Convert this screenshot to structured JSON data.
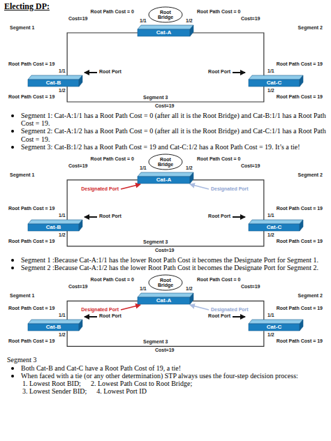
{
  "diagram": {
    "title": "Electing DP:",
    "nodes": [
      {
        "text": [
          "Root Bridge"
        ]
      },
      {
        "text": [
          "Cat-A"
        ]
      },
      {
        "text": [
          "Cat-B"
        ]
      },
      {
        "text": [
          "Cat-C"
        ]
      },
      {
        "text": [
          "Root Bridge"
        ]
      },
      {
        "text": [
          "Cat-A"
        ]
      },
      {
        "text": [
          "Cat-B"
        ]
      },
      {
        "text": [
          "Cat-C"
        ]
      },
      {
        "text": [
          "Root Bridge"
        ]
      },
      {
        "text": [
          "Cat-A"
        ]
      },
      {
        "text": [
          "Cat-B"
        ]
      },
      {
        "text": [
          "Cat-C"
        ]
      }
    ],
    "edges": [
      {
        "from": 1,
        "to": 2,
        "arrow": "none"
      },
      {
        "from": 1,
        "to": 3,
        "arrow": "none"
      },
      {
        "from": 2,
        "to": 3,
        "arrow": "none"
      },
      {
        "from": 5,
        "to": 6,
        "arrow": "none"
      },
      {
        "from": 5,
        "to": 7,
        "arrow": "none"
      },
      {
        "from": 6,
        "to": 7,
        "arrow": "none"
      },
      {
        "from": 9,
        "to": 10,
        "arrow": "none"
      },
      {
        "from": 9,
        "to": 11,
        "arrow": "none"
      },
      {
        "from": 10,
        "to": 11,
        "arrow": "none"
      }
    ],
    "labels": [
      "Root Path Cost = 0",
      "Cost=19",
      "1/1",
      "Root Path Cost = 0",
      "1/2",
      "Cost=19",
      "Segment 1",
      "Segment 2",
      "Root Path Cost = 19",
      "1/1",
      "Root Port",
      "Root Port",
      "1/1",
      "Root Path Cost = 19",
      "Segment 3",
      "1/2",
      "Root Path Cost = 19",
      "1/2",
      "Root Path Cost = 19",
      "Cost=19",
      "Segment 1: Cat-A:1/1 has a Root Path Cost = 0 (after all it is the Root Bridge) and Cat-B:1/1 has a Root Path Cost = 19.",
      "Segment 2: Cat-A:1/2 has a Root Path Cost = 0 (after all it is the Root Bridge) and Cat-C:1/1 has a Root Path Cost = 19.",
      "Segment 3: Cat-B:1/2 has a Root Path Cost = 19 and Cat-C:1/2 has a Root Path Cost = 19.  It’s a tie!",
      "Root Path Cost = 0",
      "Cost=19",
      "1/1",
      "Root Path Cost = 0",
      "1/2",
      "Cost=19",
      "Segment 1",
      "Segment 2",
      "Designated Port",
      "Designated Port",
      "Root Path Cost = 19",
      "1/1",
      "Root Port",
      "Root Port",
      "1/1",
      "Root Path Cost = 19",
      "Segment 3",
      "1/2",
      "Root Path Cost = 19",
      "1/2",
      "Root Path Cost = 19",
      "Cost=19",
      "Segment 1 :Because Cat-A:1/1 has the lower Root Path Cost it becomes the Designate Port for Segment 1.",
      "Segment 2 :Because Cat-A:1/2 has the lower Root Path Cost it becomes the Designate Port for Segment 2.",
      "Root Path Cost = 0",
      "Cost=19",
      "1/1",
      "Root Path Cost = 0",
      "1/2",
      "Cost=19",
      "Segment 1",
      "Segment 2",
      "Designated Port",
      "Designated Port",
      "Root Path Cost = 19",
      "1/1",
      "Root Port",
      "Root Port",
      "1/1",
      "Root Path Cost = 19",
      "Segment 3",
      "1/2",
      "Root Path Cost = 19",
      "1/2",
      "Root Path Cost = 19",
      "Cost=19",
      "Segment 3",
      "Both Cat-B and Cat-C have a Root Path Cost of 19, a tie!",
      "When faced with a tie (or any other determination) STP always uses the four-step decision process:",
      "1. Lowest Root BID;",
      "2. Lowest Path Cost to Root Bridge;",
      "3. Lowest Sender BID;",
      "4. Lowest Port ID"
    ]
  }
}
